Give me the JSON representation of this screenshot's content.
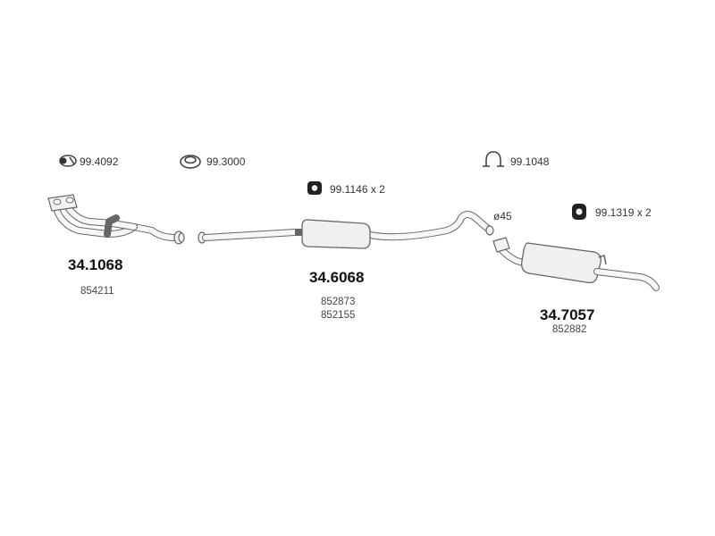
{
  "accessories": {
    "clamp_a": "99.4092",
    "gasket": "99.3000",
    "rubber_mount": "99.1146 x 2",
    "clamp_b": "99.1048",
    "hanger": "99.1319 x 2"
  },
  "parts": [
    {
      "number": "34.1068",
      "oem": [
        "854211"
      ]
    },
    {
      "number": "34.6068",
      "oem": [
        "852873",
        "852155"
      ]
    },
    {
      "number": "34.7057",
      "oem": [
        "852882"
      ]
    }
  ],
  "diameter_label": "ø45"
}
